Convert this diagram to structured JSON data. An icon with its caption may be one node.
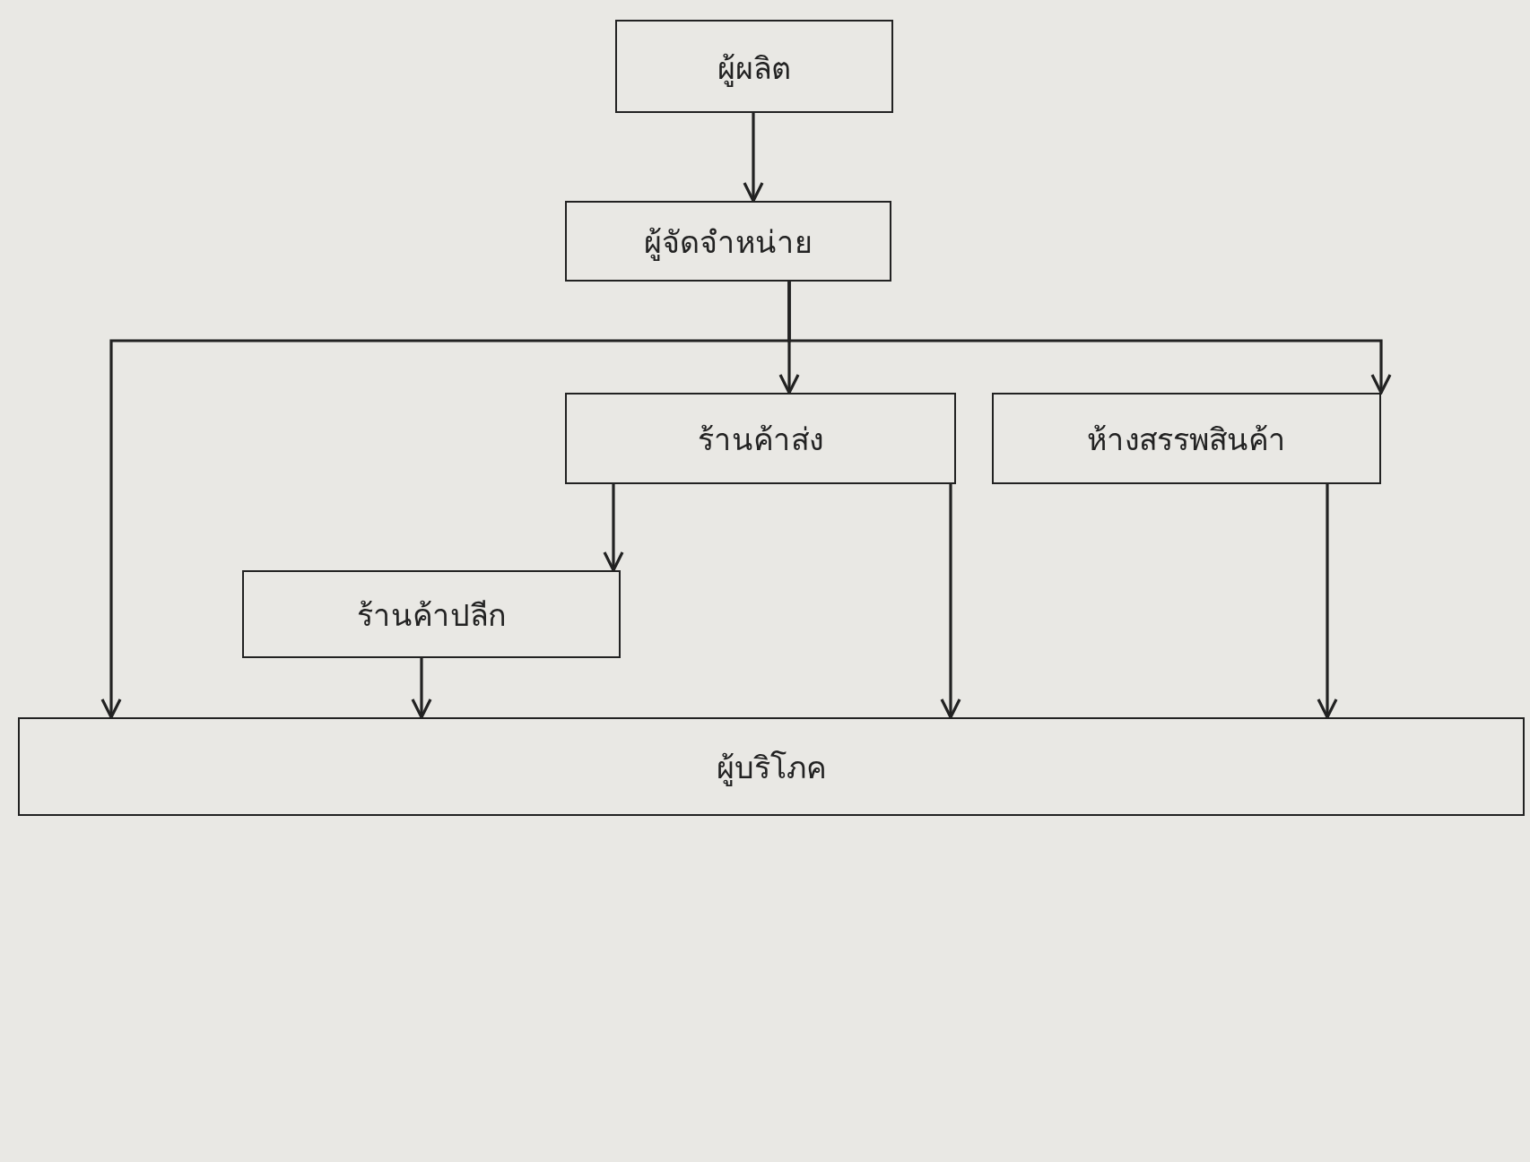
{
  "diagram": {
    "nodes": [
      {
        "text": [
          "ผู้ผลิต"
        ]
      },
      {
        "text": [
          "ผู้จัดจำหน่าย"
        ]
      },
      {
        "text": [
          "ร้านค้าส่ง"
        ]
      },
      {
        "text": [
          "ห้างสรรพสินค้า"
        ]
      },
      {
        "text": [
          "ร้านค้าปลีก"
        ]
      },
      {
        "text": [
          "ผู้บริโภค"
        ]
      }
    ],
    "edges": [
      {
        "from": 0,
        "to": 1,
        "arrow": "to"
      },
      {
        "from": 1,
        "to": 5,
        "arrow": "to"
      },
      {
        "from": 1,
        "to": 2,
        "arrow": "to"
      },
      {
        "from": 1,
        "to": 3,
        "arrow": "to"
      },
      {
        "from": 2,
        "to": 4,
        "arrow": "to"
      },
      {
        "from": 2,
        "to": 5,
        "arrow": "to"
      },
      {
        "from": 4,
        "to": 5,
        "arrow": "to"
      },
      {
        "from": 3,
        "to": 5,
        "arrow": "to"
      }
    ]
  }
}
